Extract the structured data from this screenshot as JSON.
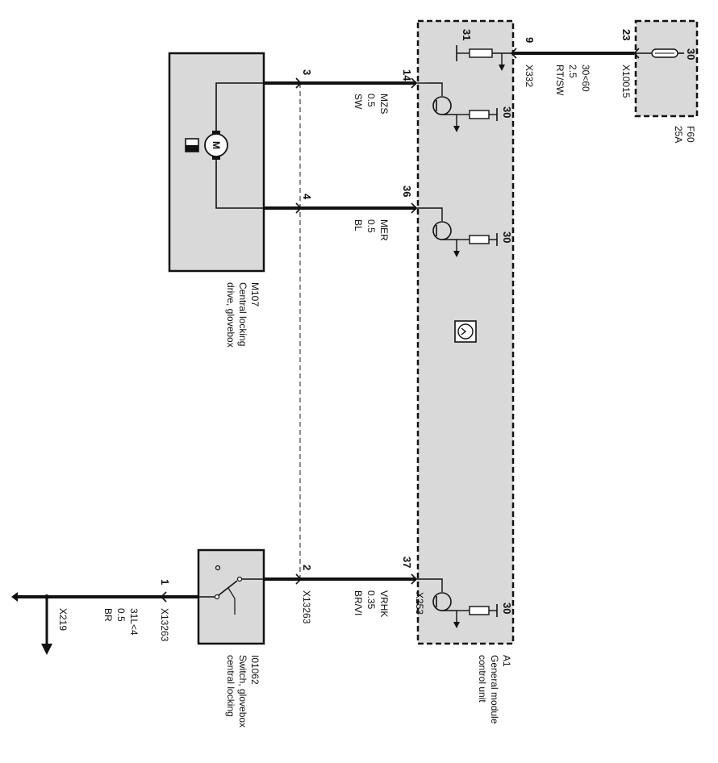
{
  "components": {
    "motor": {
      "id": "M107",
      "line1": "Central locking",
      "line2": "drive, glovebox",
      "symbol": "M"
    },
    "switch": {
      "id": "I01062",
      "line1": "Switch, glovebox",
      "line2": "central locking"
    },
    "module": {
      "id": "A1",
      "line1": "General module",
      "line2": "control unit"
    },
    "fuse": {
      "id": "F60",
      "rating": "25A",
      "pin": "30"
    }
  },
  "wires": {
    "mzs": {
      "name": "MZS",
      "size": "0.5",
      "color": "SW",
      "motor_pin": "3",
      "module_pin": "14"
    },
    "mer": {
      "name": "MER",
      "size": "0.5",
      "color": "BL",
      "motor_pin": "4",
      "module_pin": "36"
    },
    "vrhk": {
      "name": "VRHK",
      "size": "0.35",
      "color": "BR/VI",
      "switch_pin": "2",
      "module_pin": "37",
      "switch_connector": "X13263",
      "module_connector": "X253"
    },
    "ground": {
      "name": "31L<4",
      "size": "0.5",
      "color": "BR",
      "pin": "1",
      "connector": "X13263",
      "ground_connector": "X219"
    },
    "supply": {
      "name": "30<60",
      "size": "2.5",
      "color": "RT/SW",
      "module_pin": "9",
      "module_connector": "X332",
      "fuse_pin": "23",
      "fuse_connector": "X10015"
    }
  },
  "module_internal": {
    "ground_pin": "31",
    "supply_label": "30"
  },
  "colors": {
    "module_fill": "#d9d9d9",
    "wire": "#111111",
    "dashed": "#444444"
  }
}
